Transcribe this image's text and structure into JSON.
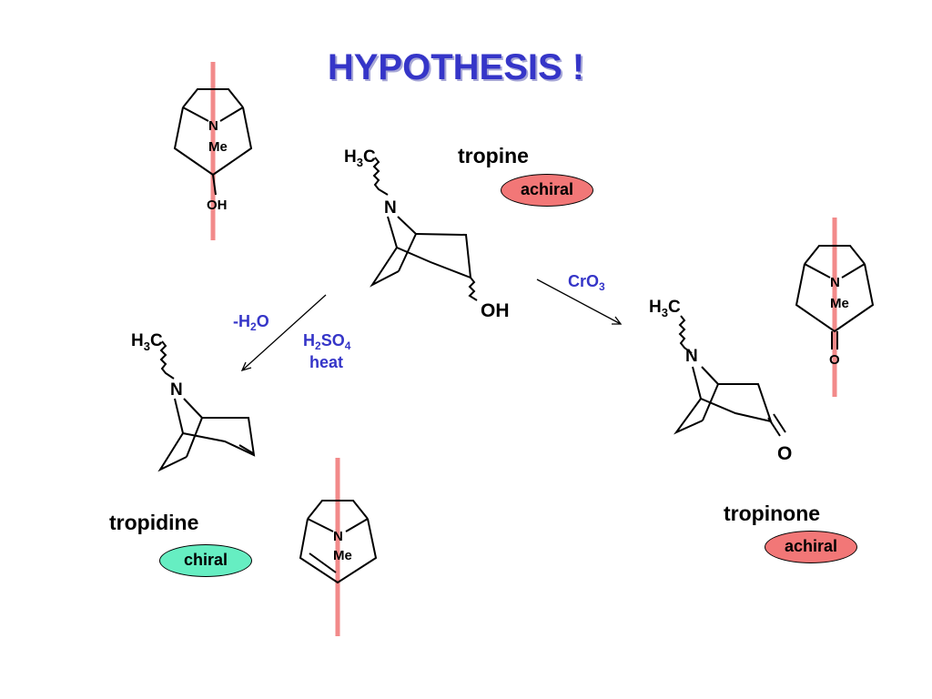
{
  "title": "HYPOTHESIS !",
  "colors": {
    "title": "#3535c8",
    "reagent_text": "#3535c8",
    "mirror_line": "#f28a8a",
    "badge_achiral": "#f27777",
    "badge_chiral": "#66eec2"
  },
  "compounds": {
    "tropine": {
      "name": "tropine",
      "badge": "achiral",
      "n_methyl": "H3C",
      "substituent": "OH",
      "flat": {
        "n_label": "N",
        "me_label": "Me",
        "substituent": "OH"
      }
    },
    "tropidine": {
      "name": "tropidine",
      "badge": "chiral",
      "n_methyl": "H3C",
      "flat": {
        "n_label": "N",
        "me_label": "Me"
      }
    },
    "tropinone": {
      "name": "tropinone",
      "badge": "achiral",
      "n_methyl": "H3C",
      "substituent": "O",
      "flat": {
        "n_label": "N",
        "me_label": "Me",
        "substituent": "O"
      }
    }
  },
  "reactions": {
    "to_tropidine": {
      "reagent_1": "-H2O",
      "reagent_2": "H2SO4",
      "reagent_3": "heat"
    },
    "to_tropinone": {
      "reagent_1": "CrO3"
    }
  }
}
